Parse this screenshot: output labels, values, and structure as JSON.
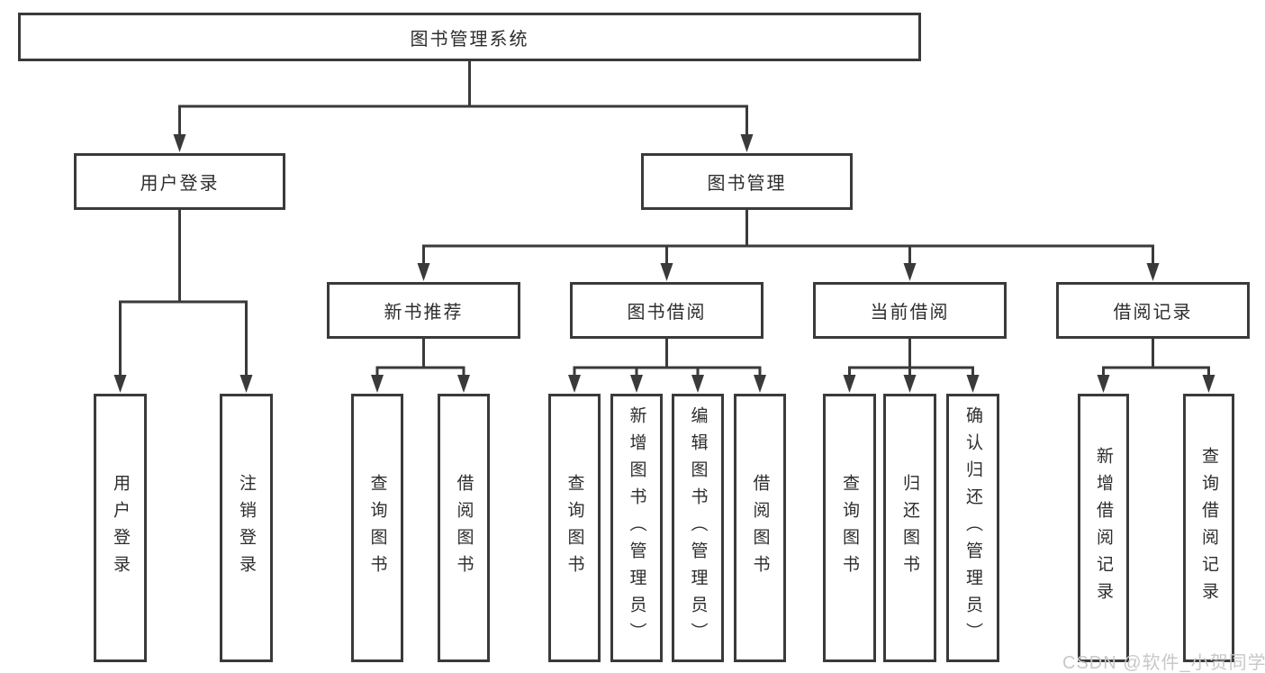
{
  "diagram": {
    "root": {
      "label": "图书管理系统"
    },
    "userLogin": {
      "label": "用户登录",
      "children": [
        {
          "label": "用户登录"
        },
        {
          "label": "注销登录"
        }
      ]
    },
    "bookMgmt": {
      "label": "图书管理"
    },
    "newBookRec": {
      "label": "新书推荐",
      "children": [
        {
          "label": "查询图书"
        },
        {
          "label": "借阅图书"
        }
      ]
    },
    "bookBorrow": {
      "label": "图书借阅",
      "children": [
        {
          "label": "查询图书"
        },
        {
          "label": "新增图书（管理员）"
        },
        {
          "label": "编辑图书（管理员）"
        },
        {
          "label": "借阅图书"
        }
      ]
    },
    "currentBorrow": {
      "label": "当前借阅",
      "children": [
        {
          "label": "查询图书"
        },
        {
          "label": "归还图书"
        },
        {
          "label": "确认归还（管理员）"
        }
      ]
    },
    "borrowRecords": {
      "label": "借阅记录",
      "children": [
        {
          "label": "新增借阅记录"
        },
        {
          "label": "查询借阅记录"
        }
      ]
    }
  },
  "watermark": {
    "text": "CSDN @软件_小贺同学"
  },
  "colors": {
    "line": "#3a3a3a",
    "text": "#2d2d2d",
    "watermark": "#c8c8c8",
    "background": "#ffffff"
  }
}
